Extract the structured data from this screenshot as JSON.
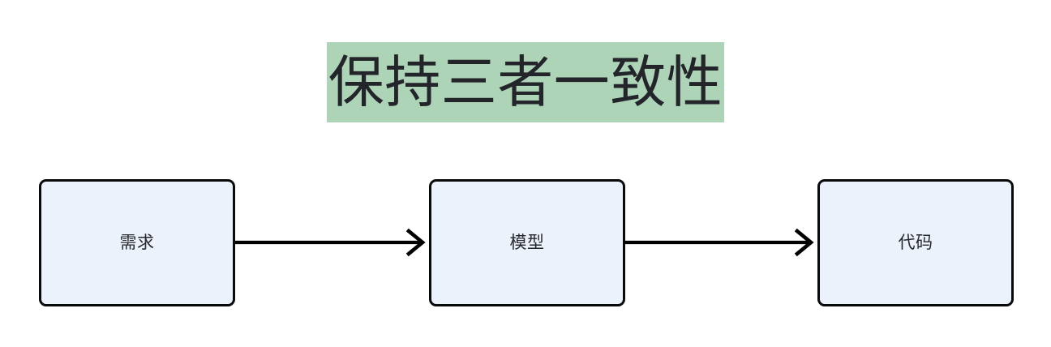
{
  "title": {
    "text": "保持三者一致性",
    "highlight_color": "#ADD4B7",
    "text_color": "#23252B"
  },
  "diagram": {
    "type": "flowchart",
    "direction": "left-to-right",
    "node_fill": "#ECF2FB",
    "node_border": "#090A0B",
    "edge_color": "#000000",
    "nodes": [
      {
        "id": "req",
        "label": "需求"
      },
      {
        "id": "mod",
        "label": "模型"
      },
      {
        "id": "code",
        "label": "代码"
      }
    ],
    "edges": [
      {
        "id": "e1",
        "from": "req",
        "to": "mod",
        "label": "",
        "arrowhead": "open"
      },
      {
        "id": "e2",
        "from": "mod",
        "to": "code",
        "label": "",
        "arrowhead": "open"
      }
    ]
  }
}
